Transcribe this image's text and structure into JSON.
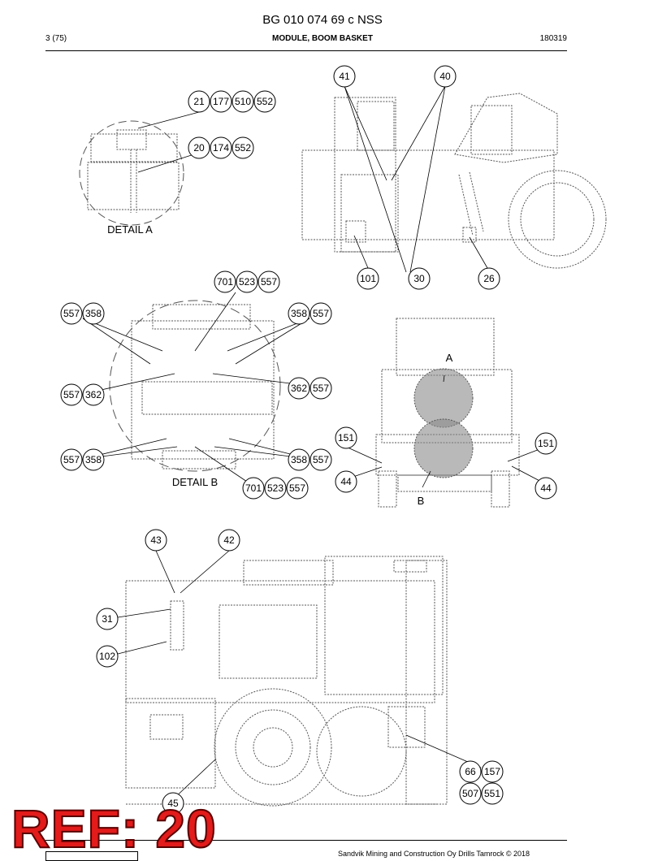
{
  "header": {
    "title": "BG 010 074 69 c NSS",
    "page": "3 (75)",
    "module": "MODULE, BOOM BASKET",
    "date": "180319"
  },
  "labels": {
    "detail_a": "DETAIL A",
    "detail_b": "DETAIL B",
    "a": "A",
    "b": "B"
  },
  "callouts": [
    "41",
    "40",
    "21",
    "177",
    "510",
    "552",
    "20",
    "174",
    "552",
    "101",
    "30",
    "26",
    "701",
    "523",
    "557",
    "557",
    "358",
    "358",
    "557",
    "557",
    "362",
    "362",
    "557",
    "151",
    "151",
    "557",
    "358",
    "358",
    "557",
    "44",
    "44",
    "701",
    "523",
    "557",
    "43",
    "42",
    "31",
    "102",
    "66",
    "157",
    "507",
    "551",
    "45"
  ],
  "ref": "REF: 20",
  "footer": "Sandvik Mining and Construction Oy Drills Tamrock © 2018"
}
